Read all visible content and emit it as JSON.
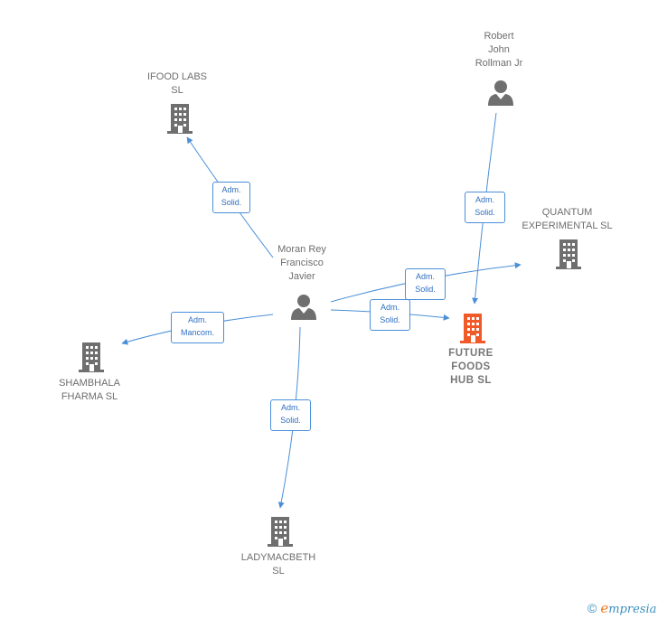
{
  "nodes": {
    "ifood_labs": {
      "label": "IFOOD LABS\nSL",
      "type": "company"
    },
    "robert": {
      "label": "Robert\nJohn\nRollman Jr",
      "type": "person"
    },
    "quantum": {
      "label": "QUANTUM\nEXPERIMENTAL SL",
      "type": "company"
    },
    "moran": {
      "label": "Moran Rey\nFrancisco\nJavier",
      "type": "person"
    },
    "future_foods": {
      "label": "FUTURE\nFOODS\nHUB  SL",
      "type": "company-focus"
    },
    "shambhala": {
      "label": "SHAMBHALA\nFHARMA SL",
      "type": "company"
    },
    "ladymacbeth": {
      "label": "LADYMACBETH\nSL",
      "type": "company"
    }
  },
  "edges": {
    "ifood": {
      "label": "Adm.\nSolid."
    },
    "robert_future": {
      "label": "Adm.\nSolid."
    },
    "quantum": {
      "label": "Adm.\nSolid."
    },
    "future": {
      "label": "Adm.\nSolid."
    },
    "shambhala": {
      "label": "Adm.\nMancom."
    },
    "ladymacbeth": {
      "label": "Adm.\nSolid."
    }
  },
  "footer": {
    "copyright": "©",
    "brand_e": "e",
    "brand_rest": "mpresia"
  },
  "colors": {
    "edge": "#4a8fd8",
    "company": "#6f6f6f",
    "focus": "#f05a28",
    "person": "#6f6f6f"
  }
}
